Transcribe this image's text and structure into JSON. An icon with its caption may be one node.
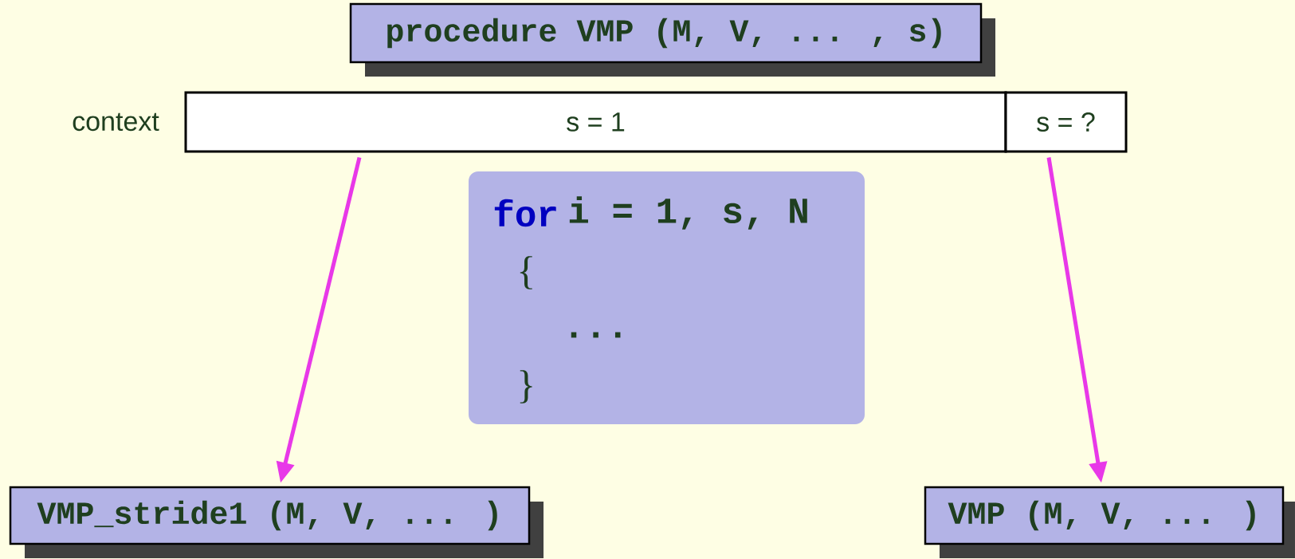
{
  "diagram": {
    "nodes": [
      {
        "text": [
          "procedure VMP (M, V, ... , s)"
        ]
      },
      {
        "text": [
          "s = 1"
        ]
      },
      {
        "text": [
          "s = ?"
        ]
      },
      {
        "text": [
          "for",
          "i = 1, s, N",
          "{",
          "...",
          "}"
        ]
      },
      {
        "text": [
          "VMP_stride1 (M, V, ... )"
        ]
      },
      {
        "text": [
          "VMP (M, V, ... )"
        ]
      }
    ],
    "edges": [
      {
        "from": 1,
        "to": 4,
        "arrow": "to"
      },
      {
        "from": 2,
        "to": 5,
        "arrow": "to"
      }
    ],
    "labels": [
      "context"
    ]
  }
}
